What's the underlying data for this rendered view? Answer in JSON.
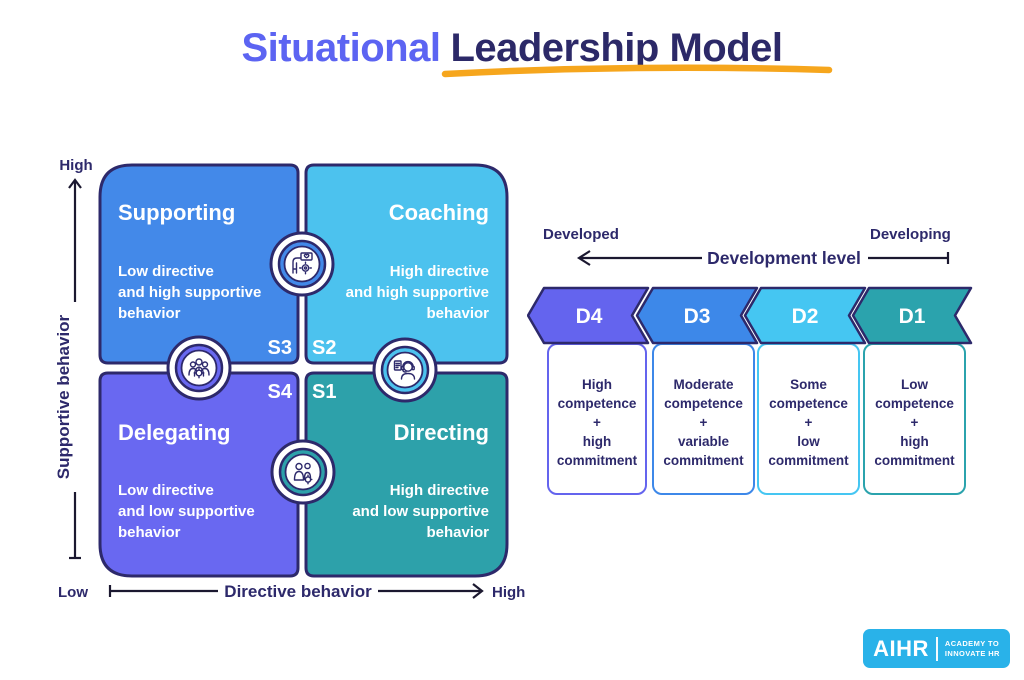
{
  "title": {
    "part1": "Situational",
    "part2": "Leadership Model",
    "part1_color": "#5c64f2",
    "part2_color": "#2c2968",
    "underline_color": "#f6a61d"
  },
  "palette": {
    "navy": "#2d296b",
    "axis_line": "#1b1830",
    "background": "#ffffff"
  },
  "matrix": {
    "y_axis": {
      "top_label": "High",
      "label": "Supportive behavior"
    },
    "x_axis": {
      "left_label": "Low",
      "label": "Directive behavior",
      "right_label": "High"
    },
    "quadrants": [
      {
        "name": "Supporting",
        "s_label": "S3",
        "color": "#4389e9",
        "desc": [
          "Low directive",
          "and high supportive",
          "behavior"
        ]
      },
      {
        "name": "Coaching",
        "s_label": "S2",
        "color": "#4cc2ee",
        "desc": [
          "High directive",
          "and high supportive",
          "behavior"
        ]
      },
      {
        "name": "Delegating",
        "s_label": "S4",
        "color": "#6968f1",
        "desc": [
          "Low directive",
          "and low supportive",
          "behavior"
        ]
      },
      {
        "name": "Directing",
        "s_label": "S1",
        "color": "#2da1aa",
        "desc": [
          "High directive",
          "and low supportive",
          "behavior"
        ]
      }
    ]
  },
  "icons": {
    "supporting_coaching": "hand-heart-gear-icon",
    "supporting_delegating": "team-gear-icon",
    "coaching_directing": "coach-headset-icon",
    "delegating_directing": "people-gear-icon"
  },
  "development": {
    "header_left": "Developed",
    "header_right": "Developing",
    "axis_label": "Development level",
    "levels": [
      {
        "label": "D4",
        "color": "#6464ee",
        "lines": [
          "High",
          "competence",
          "+",
          "high",
          "commitment"
        ]
      },
      {
        "label": "D3",
        "color": "#3d88e9",
        "lines": [
          "Moderate",
          "competence",
          "+",
          "variable",
          "commitment"
        ]
      },
      {
        "label": "D2",
        "color": "#45c6f2",
        "lines": [
          "Some",
          "competence",
          "+",
          "low",
          "commitment"
        ]
      },
      {
        "label": "D1",
        "color": "#2ba3ad",
        "lines": [
          "Low",
          "competence",
          "+",
          "high",
          "commitment"
        ]
      }
    ]
  },
  "logo": {
    "text": "AIHR",
    "tagline": [
      "ACADEMY TO",
      "INNOVATE HR"
    ],
    "bg_color": "#29b2e9"
  }
}
